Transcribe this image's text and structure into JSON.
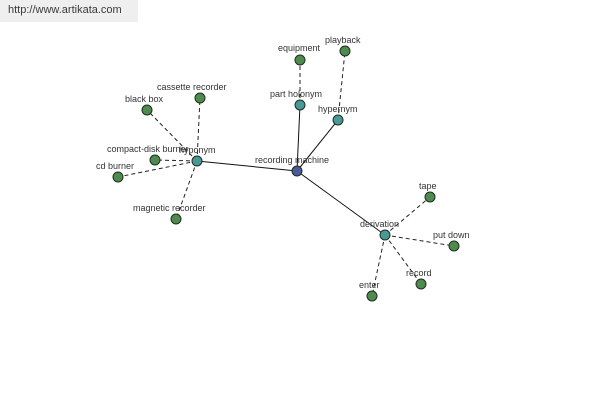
{
  "watermark": "http://www.artikata.com",
  "colors": {
    "center": "#4a5a9a",
    "relation": "#4a9898",
    "leaf": "#4f8a4f"
  },
  "nodes": {
    "center": "recording machine",
    "hyponym": "hyponym",
    "part_holonym": "part holonym",
    "hypernym": "hypernym",
    "derivation": "derivation",
    "black_box": "black box",
    "cassette_recorder": "cassette recorder",
    "compact_disk_burner": "compact-disk burner",
    "cd_burner": "cd burner",
    "magnetic_recorder": "magnetic recorder",
    "equipment": "equipment",
    "playback": "playback",
    "tape": "tape",
    "put_down": "put down",
    "record": "record",
    "enter": "enter"
  }
}
